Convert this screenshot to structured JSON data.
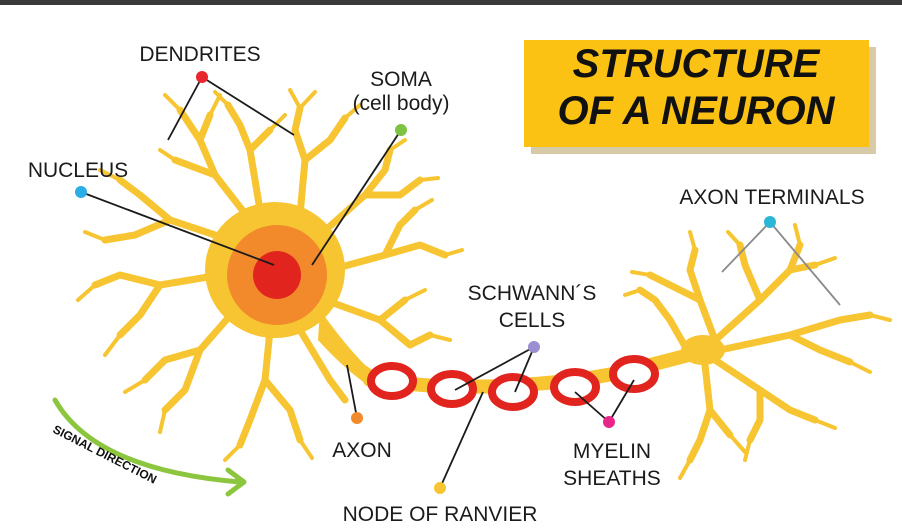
{
  "title": {
    "line1": "STRUCTURE",
    "line2": "OF A NEURON"
  },
  "labels": {
    "dendrites": "DENDRITES",
    "soma": "SOMA",
    "soma_sub": "(cell body)",
    "nucleus": "NUCLEUS",
    "axon_terminals": "AXON TERMINALS",
    "schwann_line1": "SCHWANN´S",
    "schwann_line2": "CELLS",
    "axon": "AXON",
    "myelin_line1": "MYELIN",
    "myelin_line2": "SHEATHS",
    "node_of_ranvier": "NODE OF RANVIER",
    "signal_direction": "SIGNAL DIRECTION"
  },
  "colors": {
    "title_box": "#fbc113",
    "cell_body": "#f7c531",
    "soma_orange": "#f28a2c",
    "nucleus_red": "#e2241f",
    "myelin": "#e2241f",
    "arrow_green": "#8cc63f",
    "dot_dendrites": "#e8262e",
    "dot_soma": "#7dc242",
    "dot_nucleus": "#29aee6",
    "dot_terminals": "#2bb6d6",
    "dot_schwann": "#9b8fd1",
    "dot_axon": "#f28a2c",
    "dot_myelin": "#e8268a",
    "dot_ranvier": "#f7c531"
  }
}
